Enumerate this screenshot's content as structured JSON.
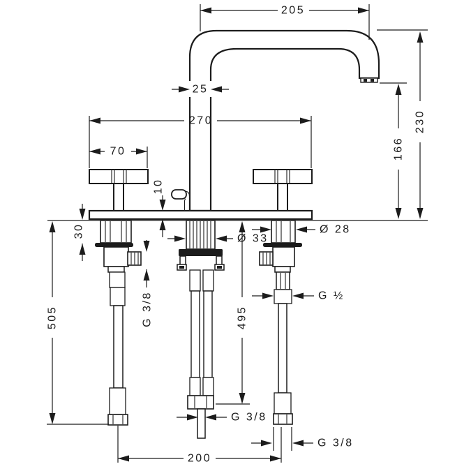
{
  "drawing": {
    "type": "faucet-installation-dimensions",
    "dims": {
      "spout_reach": "205",
      "spout_tube_width": "25",
      "overall_width": "270",
      "handle_width": "70",
      "plate_thickness": "10",
      "clamp_range": "30",
      "outlet_height": "166",
      "total_height": "230",
      "shank_diameter": "Ø 33",
      "cartridge_diameter": "Ø 28",
      "valve_thread": "G ½",
      "left_length": "505",
      "center_length": "495",
      "hole_spacing": "200",
      "port_thread_left": "G 3/8",
      "outlet_thread_center": "G 3/8",
      "inlet_thread_right": "G 3/8"
    },
    "line_color": "#1c1c1c",
    "background_color": "#ffffff"
  }
}
